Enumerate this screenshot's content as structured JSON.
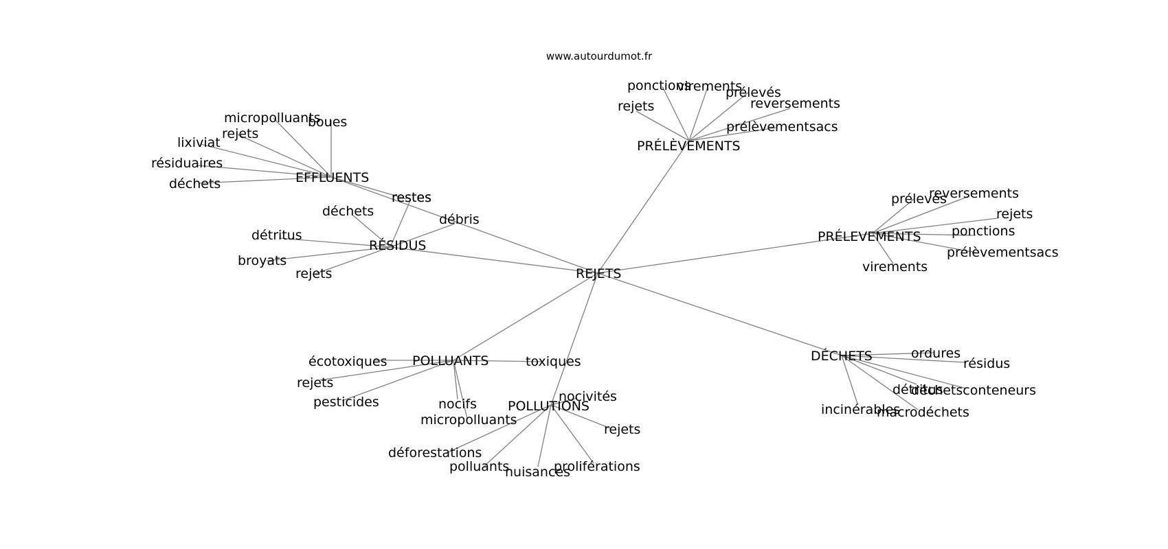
{
  "watermark": "www.autourdumot.fr",
  "center": "REJETS",
  "clusters": [
    {
      "hub": "EFFLUENTS",
      "words": [
        "micropolluants",
        "boues",
        "rejets",
        "lixiviat",
        "résiduaires",
        "déchets",
        "restes"
      ]
    },
    {
      "hub": "RÉSIDUS",
      "words": [
        "déchets",
        "restes",
        "débris",
        "détritus",
        "broyats",
        "rejets"
      ]
    },
    {
      "hub": "PRÉLÈVEMENTS",
      "words": [
        "ponctions",
        "virements",
        "prélevés",
        "rejets",
        "reversements",
        "prélèvementsacs"
      ]
    },
    {
      "hub": "PRÉLEVEMENTS",
      "words": [
        "prélevés",
        "reversements",
        "rejets",
        "ponctions",
        "prélèvementsacs",
        "virements"
      ]
    },
    {
      "hub": "DÉCHETS",
      "words": [
        "ordures",
        "résidus",
        "détritus",
        "déchetsconteneurs",
        "incinérables",
        "macrodéchets"
      ]
    },
    {
      "hub": "POLLUANTS",
      "words": [
        "écotoxiques",
        "toxiques",
        "rejets",
        "pesticides",
        "nocifs",
        "micropolluants"
      ]
    },
    {
      "hub": "POLLUTIONS",
      "words": [
        "nocivités",
        "rejets",
        "déforestations",
        "polluants",
        "nuisances",
        "proliférations"
      ]
    }
  ]
}
